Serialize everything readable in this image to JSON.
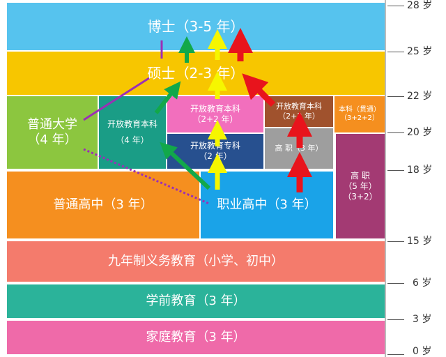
{
  "stages": {
    "doctor": "博士（3-5 年）",
    "master": "硕士（2-3 年）",
    "university_name": "普通大学",
    "university_years": "（4 年）",
    "open_ug_left_name": "开放教育本科",
    "open_ug_left_years": "（4 年）",
    "open_ug_mid_name": "开放教育本科",
    "open_ug_mid_years": "（2+2 年）",
    "open_junior_name": "开放教育专科",
    "open_junior_years": "（2 年）",
    "open_ug_right_name": "开放教育本科",
    "open_ug_right_years": "（2+2 年）",
    "ug_through_name": "本科（贯通）",
    "ug_through_years": "（3+2+2）",
    "higher_voc_mid": "高 职（3 年）",
    "higher_voc_right_name": "高 职",
    "higher_voc_right_years": "（5 年）",
    "higher_voc_right_plan": "（3+2）",
    "general_high": "普通高中（3 年）",
    "vocational_high": "职业高中（3 年）",
    "compulsory": "九年制义务教育（小学、初中）",
    "preschool": "学前教育（3 年）",
    "family": "家庭教育（3 年）"
  },
  "ages": [
    "28 岁",
    "25 岁",
    "22 岁",
    "20 岁",
    "18 岁",
    "15 岁",
    "6 岁",
    "3 岁",
    "0 岁"
  ],
  "colors": {
    "doctor": "#56c3ee",
    "master": "#f7c600",
    "university": "#8cc63f",
    "open_teal": "#1a9d86",
    "pink": "#f26fbd",
    "navy": "#27508f",
    "brown": "#a0522d",
    "gray": "#9e9e9e",
    "orange": "#f58f1f",
    "magenta": "#a33a73",
    "blue": "#1aa3e8",
    "salmon": "#f47b6c",
    "sea_green": "#2bb39a",
    "light_pink": "#ef6aa9",
    "arrow_red": "#e8141c",
    "arrow_yellow": "#f6f600",
    "arrow_green": "#12a84a",
    "line_purple": "#9b2fb5"
  }
}
